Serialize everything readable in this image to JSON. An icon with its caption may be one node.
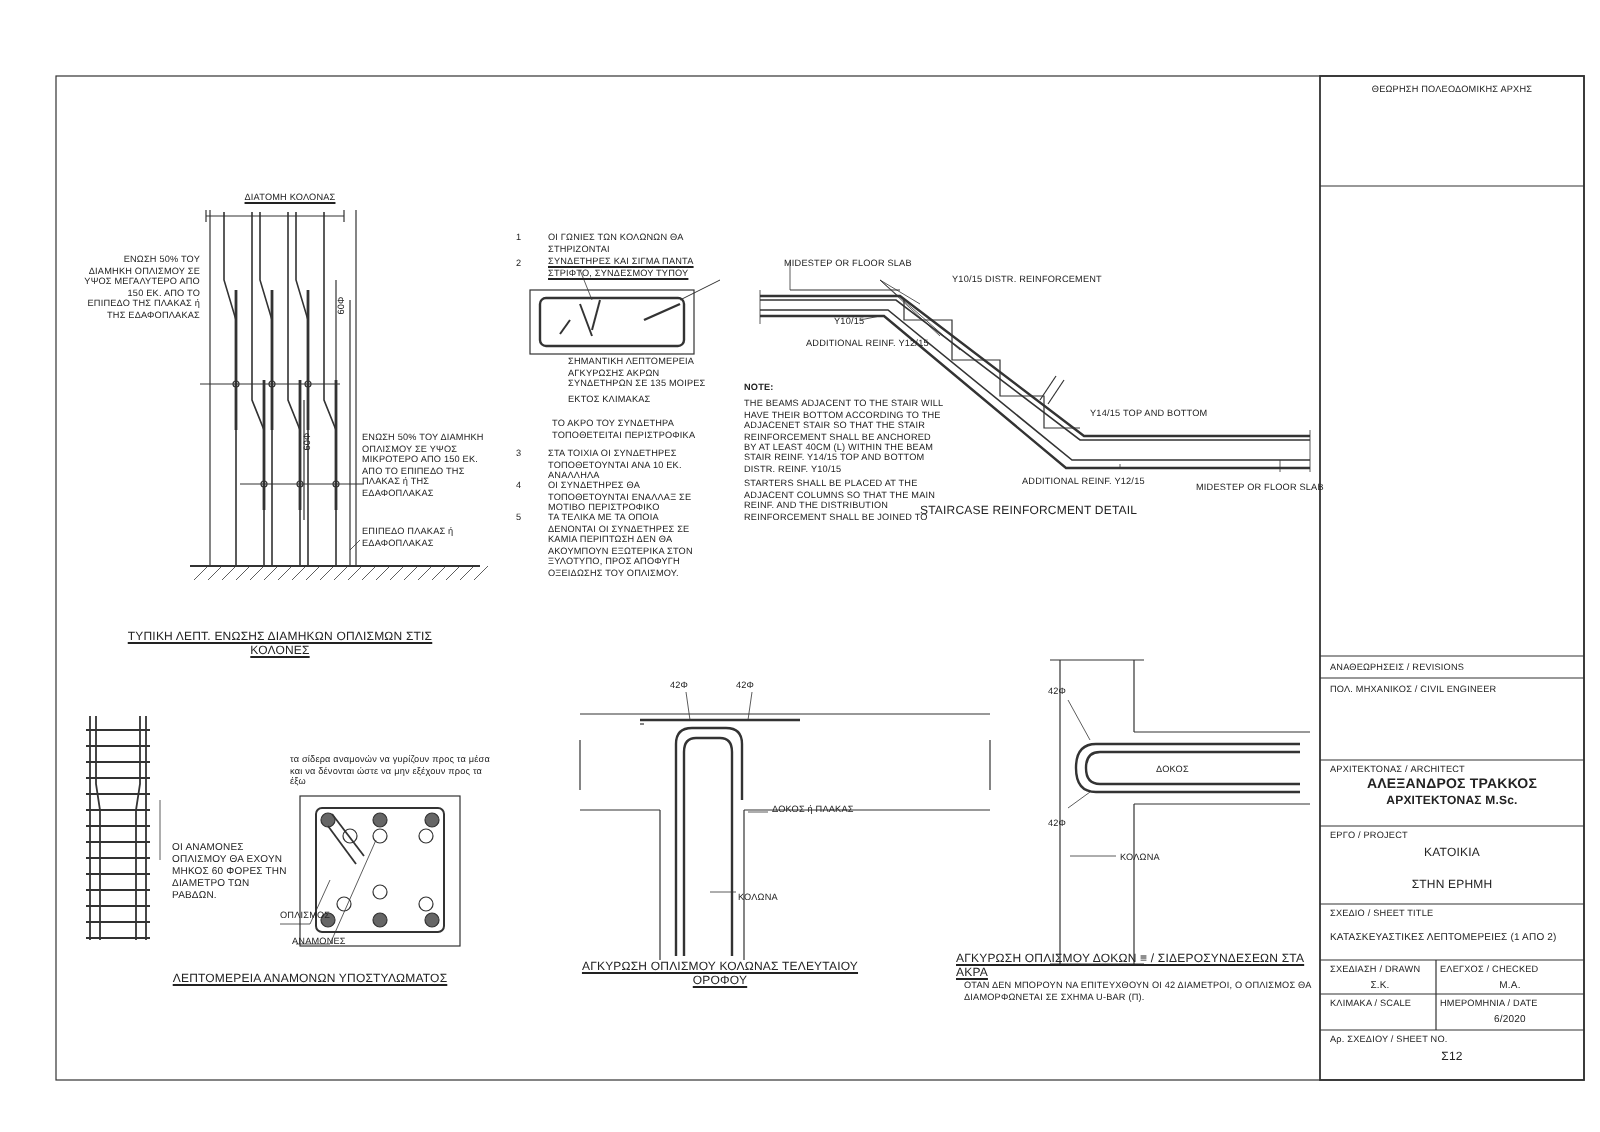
{
  "diagram": {
    "labels": [
      "ΔΙΑΤΟΜΗ ΚΟΛΟΝΑΣ",
      "ΕΝΩΣΗ 50% ΤΟΥ ΔΙΑΜΗΚΗ ΟΠΛΙΣΜΟΥ ΣΕ ΥΨΟΣ ΜΕΓΑΛΥΤΕΡΟ ΑΠΟ 150 ΕΚ. ΑΠΟ ΤΟ ΕΠΙΠΕΔΟ ΤΗΣ ΠΛΑΚΑΣ ή ΤΗΣ ΕΔΑΦΟΠΛΑΚΑΣ",
      "60Φ",
      "60Φ",
      "ΕΝΩΣΗ 50% ΤΟΥ ΔΙΑΜΗΚΗ ΟΠΛΙΣΜΟΥ ΣΕ ΥΨΟΣ ΜΙΚΡΟΤΕΡΟ ΑΠΟ 150 ΕΚ. ΑΠΟ ΤΟ ΕΠΙΠΕΔΟ ΤΗΣ ΠΛΑΚΑΣ ή ΤΗΣ ΕΔΑΦΟΠΛΑΚΑΣ",
      "ΕΠΙΠΕΔΟ ΠΛΑΚΑΣ ή ΕΔΑΦΟΠΛΑΚΑΣ",
      "ΤΥΠΙΚΗ ΛΕΠΤ. ΕΝΩΣΗΣ ΔΙΑΜΗΚΩΝ ΟΠΛΙΣΜΩΝ ΣΤΙΣ ΚΟΛΟΝΕΣ",
      "1",
      "ΟΙ ΓΩΝΙΕΣ ΤΩΝ ΚΟΛΩΝΩΝ ΘΑ ΣΤΗΡΙΖΟΝΤΑΙ",
      "2",
      "ΣΥΝΔΕΤΗΡΕΣ ΚΑΙ ΣΙΓΜΑ ΠΑΝΤΑ ΣΤΡΙΦΤΟ, ΣΥΝΔΕΣΜΟΥ ΤΥΠΟΥ",
      "ΣΗΜΑΝΤΙΚΗ ΛΕΠΤΟΜΕΡΕΙΑ ΑΓΚΥΡΩΣΗΣ ΑΚΡΩΝ ΣΥΝΔΕΤΗΡΩΝ ΣΕ 135 ΜΟΙΡΕΣ",
      "ΕΚΤΟΣ ΚΛΙΜΑΚΑΣ",
      "ΤΟ ΑΚΡΟ ΤΟΥ ΣΥΝΔΕΤΗΡΑ ΤΟΠΟΘΕΤΕΙΤΑΙ ΠΕΡΙΣΤΡΟΦΙΚΑ",
      "3",
      "ΣΤΑ ΤΟΙΧΙΑ ΟΙ ΣΥΝΔΕΤΗΡΕΣ ΤΟΠΟΘΕΤΟΥΝΤΑΙ ΑΝΑ 10 ΕΚ. ΑΝΑΛΛΗΛΑ",
      "4",
      "ΟΙ ΣΥΝΔΕΤΗΡΕΣ ΘΑ ΤΟΠΟΘΕΤΟΥΝΤΑΙ ΕΝΑΛΛΑΞ ΣΕ ΜΟΤΙΒΟ ΠΕΡΙΣΤΡΟΦΙΚΟ",
      "5",
      "ΤΑ ΤΕΛΙΚΑ ΜΕ ΤΑ ΟΠΟΙΑ ΔΕΝΟΝΤΑΙ ΟΙ ΣΥΝΔΕΤΗΡΕΣ ΣΕ ΚΑΜΙΑ ΠΕΡΙΠΤΩΣΗ ΔΕΝ ΘΑ ΑΚΟΥΜΠΟΥΝ ΕΞΩΤΕΡΙΚΑ ΣΤΟΝ ΞΥΛΟΤΥΠΟ, ΠΡΟΣ ΑΠΟΦΥΓΗ ΟΞΕΙΔΩΣΗΣ ΤΟΥ ΟΠΛΙΣΜΟΥ.",
      "MIDESTEP OR FLOOR SLAB",
      "Y10/15 DISTR. REINFORCEMENT",
      "Y10/15",
      "ADDITIONAL REINF. Y12/15",
      "NOTE:",
      "THE BEAMS ADJACENT TO THE STAIR WILL HAVE THEIR BOTTOM ACCORDING TO THE ADJACENET STAIR SO THAT THE STAIR REINFORCEMENT SHALL BE ANCHORED BY AT LEAST 40CM (L) WITHIN THE BEAM",
      "STAIR REINF. Y14/15 TOP AND BOTTOM DISTR. REINF. Y10/15",
      "STARTERS SHALL BE PLACED AT THE ADJACENT COLUMNS SO THAT THE MAIN REINF. AND THE DISTRIBUTION REINFORCEMENT SHALL BE JOINED TO",
      "Y14/15 TOP AND BOTTOM",
      "ADDITIONAL REINF. Y12/15",
      "MIDESTEP OR FLOOR SLAB",
      "STAIRCASE REINFORCMENT DETAIL",
      "ΟΙ ΑΝΑΜΟΝΕΣ ΟΠΛΙΣΜΟΥ ΘΑ ΕΧΟΥΝ ΜΗΚΟΣ 60 ΦΟΡΕΣ ΤΗΝ ΔΙΑΜΕΤΡΟ ΤΩΝ ΡΑΒΔΩΝ.",
      "τα σίδερα αναμονών να γυρίζουν προς τα μέσα και να δένονται ώστε να μην εξέχουν προς τα έξω",
      "ΟΠΛΙΣΜΟΣ",
      "ΑΝΑΜΟΝΕΣ",
      "ΛΕΠΤΟΜΕΡΕΙΑ ΑΝΑΜΟΝΩΝ ΥΠΟΣΤΥΛΩΜΑΤΟΣ",
      "42Φ",
      "42Φ",
      "ΔΟΚΟΣ ή ΠΛΑΚΑΣ",
      "ΚΟΛΩΝΑ",
      "ΑΓΚΥΡΩΣΗ ΟΠΛΙΣΜΟΥ ΚΟΛΩΝΑΣ ΤΕΛΕΥΤΑΙΟΥ ΟΡΟΦΟΥ",
      "42Φ",
      "42Φ",
      "ΔΟΚΟΣ",
      "ΚΟΛΩΝΑ",
      "ΑΓΚΥΡΩΣΗ ΟΠΛΙΣΜΟΥ ΔΟΚΩΝ ≡ / ΣΙΔΕΡΟΣΥΝΔΕΣΕΩΝ ΣΤΑ ΑΚΡΑ",
      "ΟΤΑΝ ΔΕΝ ΜΠΟΡΟΥΝ ΝΑ ΕΠΙΤΕΥΧΘΟΥΝ ΟΙ 42 ΔΙΑΜΕΤΡΟΙ, Ο ΟΠΛΙΣΜΟΣ ΘΑ ΔΙΑΜΟΡΦΩΝΕΤΑΙ ΣΕ ΣΧΗΜΑ U-BAR (Π).",
      "ΘΕΩΡΗΣΗ ΠΟΛΕΟΔΟΜΙΚΗΣ ΑΡΧΗΣ",
      "ΑΝΑΘΕΩΡΗΣΕΙΣ / REVISIONS",
      "ΠΟΛ. ΜΗΧΑΝΙΚΟΣ / CIVIL ENGINEER",
      "ΑΡΧΙΤΕΚΤΟΝΑΣ / ARCHITECT",
      "ΑΛΕΞΑΝΔΡΟΣ ΤΡΑΚΚΟΣ",
      "ΑΡΧΙΤΕΚΤΟΝΑΣ M.Sc.",
      "ΕΡΓΟ / PROJECT",
      "ΚΑΤΟΙΚΙΑ",
      "ΣΤΗΝ ΕΡΗΜΗ",
      "ΣΧΕΔΙΟ / SHEET TITLE",
      "ΚΑΤΑΣΚΕΥΑΣΤΙΚΕΣ ΛΕΠΤΟΜΕΡΕΙΕΣ (1 ΑΠΟ 2)",
      "ΣΧΕΔΙΑΣΗ / DRAWN",
      "ΕΛΕΓΧΟΣ / CHECKED",
      "Σ.Κ.",
      "Μ.Α.",
      "ΚΛΙΜΑΚΑ / SCALE",
      "ΗΜΕΡΟΜΗΝΙΑ / DATE",
      "6/2020",
      "Αρ. ΣΧΕΔΙΟΥ / SHEET NO.",
      "Σ12"
    ]
  }
}
